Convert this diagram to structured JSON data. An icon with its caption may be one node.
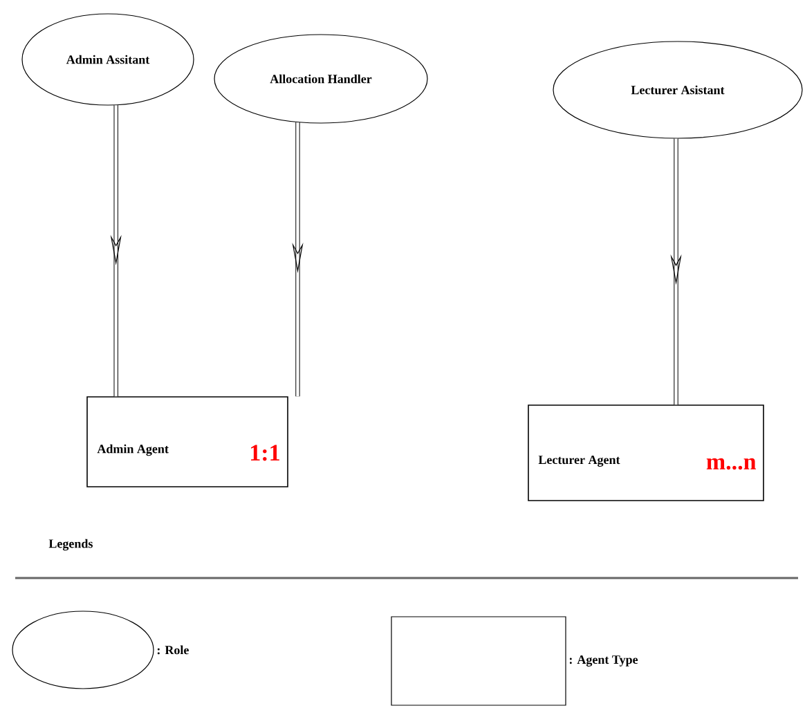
{
  "diagram": {
    "nodes": [
      {
        "text": [
          "Admin Assitant"
        ]
      },
      {
        "text": [
          "Allocation Handler"
        ]
      },
      {
        "text": [
          "Lecturer Asistant"
        ]
      },
      {
        "text": [
          "Admin Agent",
          "1:1"
        ]
      },
      {
        "text": [
          "Lecturer Agent",
          "m...n"
        ]
      }
    ],
    "edges": [
      {
        "from": 0,
        "to": 3,
        "arrow": "to"
      },
      {
        "from": 1,
        "to": 3,
        "arrow": "to"
      },
      {
        "from": 2,
        "to": 4,
        "arrow": "to"
      }
    ],
    "labels": [
      "Legends"
    ],
    "legend": [
      {
        "text": ": Role"
      },
      {
        "text": ": Agent Type"
      }
    ]
  }
}
